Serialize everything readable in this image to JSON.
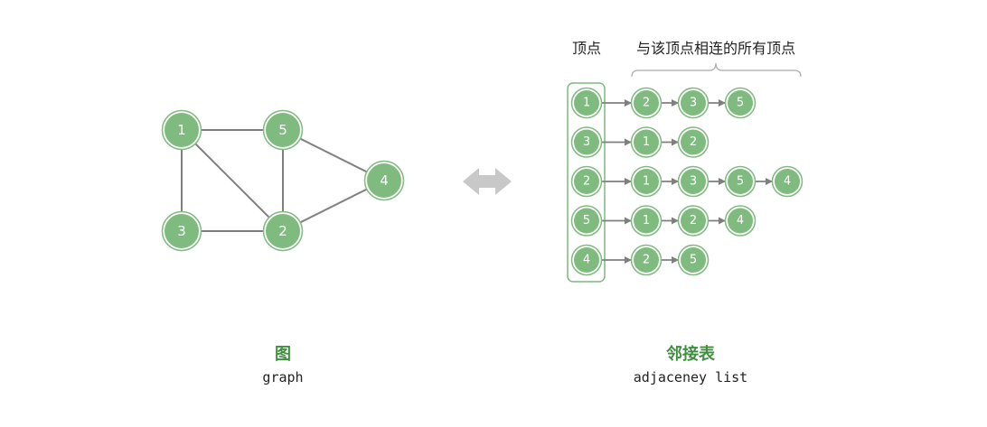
{
  "colors": {
    "node_fill": "#7fba7f",
    "node_ring": "#7fba7f",
    "edge": "#7f7f7f",
    "caption_green": "#3f8f3f",
    "bidirectional_arrow": "#c8c8c8"
  },
  "graph": {
    "nodes": [
      "1",
      "5",
      "4",
      "3",
      "2"
    ],
    "edges": [
      [
        "1",
        "5"
      ],
      [
        "1",
        "3"
      ],
      [
        "1",
        "2"
      ],
      [
        "5",
        "2"
      ],
      [
        "5",
        "4"
      ],
      [
        "3",
        "2"
      ],
      [
        "2",
        "4"
      ]
    ],
    "caption_cn": "图",
    "caption_en": "graph"
  },
  "adjacency_list": {
    "vertex_header": "顶点",
    "neighbors_header": "与该顶点相连的所有顶点",
    "rows": [
      {
        "vertex": "1",
        "neighbors": [
          "2",
          "3",
          "5"
        ]
      },
      {
        "vertex": "3",
        "neighbors": [
          "1",
          "2"
        ]
      },
      {
        "vertex": "2",
        "neighbors": [
          "1",
          "3",
          "5",
          "4"
        ]
      },
      {
        "vertex": "5",
        "neighbors": [
          "1",
          "2",
          "4"
        ]
      },
      {
        "vertex": "4",
        "neighbors": [
          "2",
          "5"
        ]
      }
    ],
    "caption_cn": "邻接表",
    "caption_en": "adjaceney list"
  },
  "arrow_icon": "bidirectional-arrow-icon"
}
